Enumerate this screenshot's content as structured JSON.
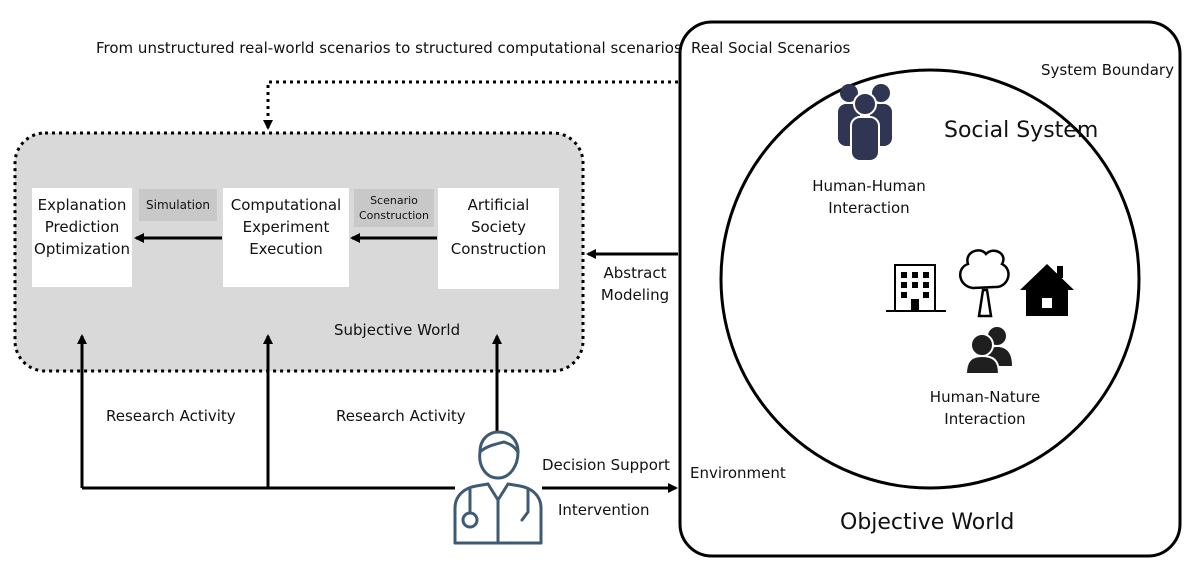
{
  "header_caption": "From unstructured real-world scenarios to structured computational scenarios",
  "subjective_world": {
    "label": "Subjective World",
    "boxes": {
      "left": "Explanation\nPrediction\nOptimization",
      "middle": "Computational\nExperiment\nExecution",
      "right": "Artificial\nSociety\nConstruction"
    },
    "tags": {
      "simulation": "Simulation",
      "scenario_construction": "Scenario\nConstruction"
    }
  },
  "abstract_modeling": "Abstract\nModeling",
  "research_activity_left": "Research Activity",
  "research_activity_right": "Research Activity",
  "decision_support": "Decision Support",
  "intervention": "Intervention",
  "objective_world": {
    "real_social_scenarios": "Real Social Scenarios",
    "system_boundary": "System Boundary",
    "social_system": "Social System",
    "human_human": "Human-Human\nInteraction",
    "human_nature": "Human-Nature\nInteraction",
    "environment": "Environment",
    "label": "Objective World"
  },
  "colors": {
    "subjective_bg": "#d9d9d9",
    "people_icon": "#2f3552",
    "doctor_icon": "#3f5b74",
    "tag_bg": "#c8c8c8",
    "line": "#000000"
  },
  "icons": [
    "group-people-icon",
    "building-icon",
    "tree-icon",
    "house-icon",
    "two-people-icon",
    "doctor-icon"
  ]
}
